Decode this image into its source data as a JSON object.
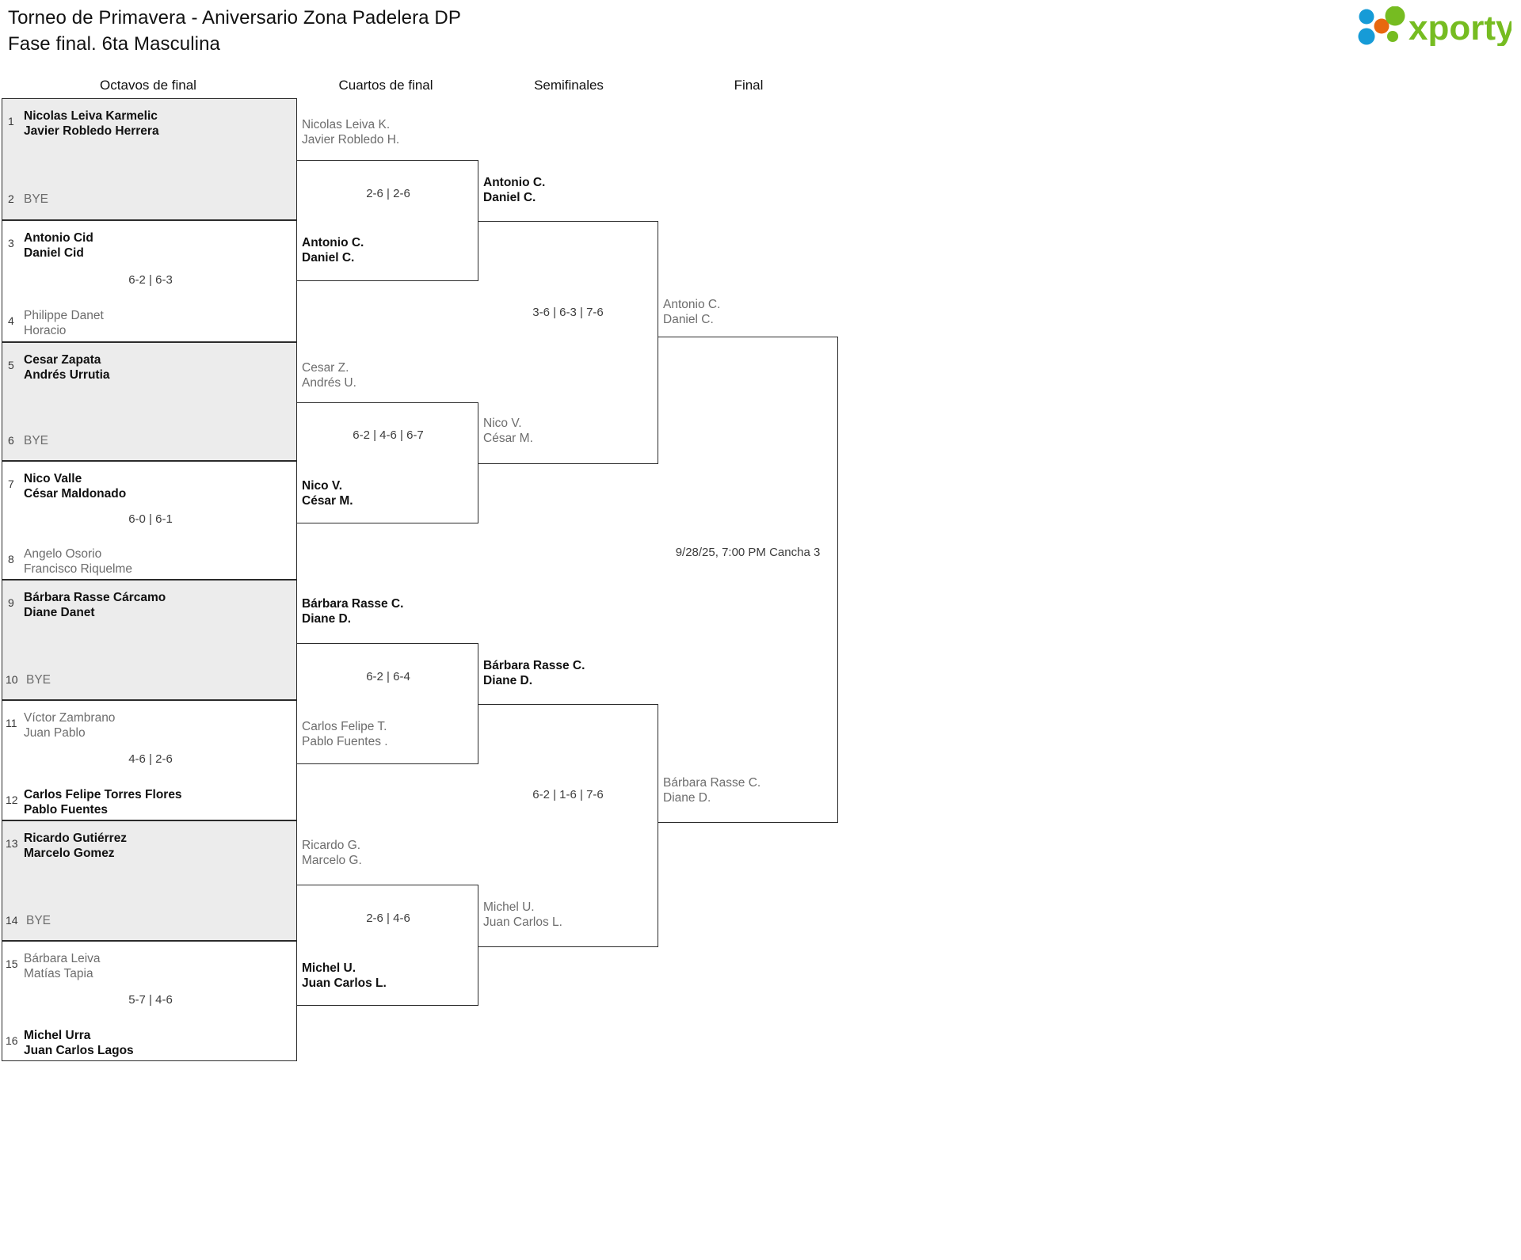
{
  "header": {
    "title_line1": "Torneo de Primavera - Aniversario Zona Padelera DP",
    "title_line2": "Fase final. 6ta Masculina",
    "logo_text": "xporty",
    "logo_colors": {
      "green": "#76bc21",
      "blue": "#169bd7",
      "orange": "#e8680f"
    }
  },
  "rounds": [
    {
      "label": "Octavos de final"
    },
    {
      "label": "Cuartos de final"
    },
    {
      "label": "Semifinales"
    },
    {
      "label": "Final"
    }
  ],
  "round_of_16": [
    {
      "seed_top": "1",
      "top_line1": "Nicolas Leiva Karmelic",
      "top_line2": "Javier Robledo Herrera",
      "top_winner": true,
      "seed_bottom": "2",
      "bottom_line1": "BYE",
      "bottom_line2": "",
      "bottom_winner": false,
      "is_bye": true,
      "score": "",
      "shaded": true
    },
    {
      "seed_top": "3",
      "top_line1": "Antonio Cid",
      "top_line2": "Daniel Cid",
      "top_winner": true,
      "seed_bottom": "4",
      "bottom_line1": "Philippe Danet",
      "bottom_line2": "Horacio",
      "bottom_winner": false,
      "is_bye": false,
      "score": "6-2 | 6-3",
      "shaded": false
    },
    {
      "seed_top": "5",
      "top_line1": "Cesar Zapata",
      "top_line2": "Andrés Urrutia",
      "top_winner": true,
      "seed_bottom": "6",
      "bottom_line1": "BYE",
      "bottom_line2": "",
      "bottom_winner": false,
      "is_bye": true,
      "score": "",
      "shaded": true
    },
    {
      "seed_top": "7",
      "top_line1": "Nico Valle",
      "top_line2": "César Maldonado",
      "top_winner": true,
      "seed_bottom": "8",
      "bottom_line1": "Angelo Osorio",
      "bottom_line2": "Francisco Riquelme",
      "bottom_winner": false,
      "is_bye": false,
      "score": "6-0 | 6-1",
      "shaded": false
    },
    {
      "seed_top": "9",
      "top_line1": "Bárbara Rasse Cárcamo",
      "top_line2": "Diane Danet",
      "top_winner": true,
      "seed_bottom": "10",
      "bottom_line1": "BYE",
      "bottom_line2": "",
      "bottom_winner": false,
      "is_bye": true,
      "score": "",
      "shaded": true
    },
    {
      "seed_top": "11",
      "top_line1": "Víctor Zambrano",
      "top_line2": "Juan Pablo",
      "top_winner": false,
      "seed_bottom": "12",
      "bottom_line1": "Carlos Felipe Torres Flores",
      "bottom_line2": "Pablo Fuentes",
      "bottom_winner": true,
      "is_bye": false,
      "score": "4-6 | 2-6",
      "shaded": false
    },
    {
      "seed_top": "13",
      "top_line1": "Ricardo Gutiérrez",
      "top_line2": "Marcelo Gomez",
      "top_winner": true,
      "seed_bottom": "14",
      "bottom_line1": "BYE",
      "bottom_line2": "",
      "bottom_winner": false,
      "is_bye": true,
      "score": "",
      "shaded": true
    },
    {
      "seed_top": "15",
      "top_line1": "Bárbara Leiva",
      "top_line2": "Matías Tapia",
      "top_winner": false,
      "seed_bottom": "16",
      "bottom_line1": "Michel Urra",
      "bottom_line2": "Juan Carlos Lagos",
      "bottom_winner": true,
      "is_bye": false,
      "score": "5-7 | 4-6",
      "shaded": false
    }
  ],
  "quarterfinals": [
    {
      "top_line1": "Nicolas Leiva K.",
      "top_line2": "Javier Robledo H.",
      "top_winner": false,
      "bottom_line1": "Antonio C.",
      "bottom_line2": "Daniel C.",
      "bottom_winner": true,
      "score": "2-6 | 2-6"
    },
    {
      "top_line1": "Cesar Z.",
      "top_line2": "Andrés U.",
      "top_winner": false,
      "bottom_line1": "Nico V.",
      "bottom_line2": "César M.",
      "bottom_winner": true,
      "score": "6-2 | 4-6 | 6-7"
    },
    {
      "top_line1": "Bárbara Rasse C.",
      "top_line2": "Diane D.",
      "top_winner": true,
      "bottom_line1": "Carlos Felipe T.",
      "bottom_line2": "Pablo Fuentes .",
      "bottom_winner": false,
      "score": "6-2 | 6-4"
    },
    {
      "top_line1": "Ricardo G.",
      "top_line2": "Marcelo G.",
      "top_winner": false,
      "bottom_line1": "Michel U.",
      "bottom_line2": "Juan Carlos L.",
      "bottom_winner": true,
      "score": "2-6 | 4-6"
    }
  ],
  "semifinals": [
    {
      "top_line1": "Antonio C.",
      "top_line2": "Daniel C.",
      "top_winner": true,
      "bottom_line1": "Nico V.",
      "bottom_line2": "César M.",
      "bottom_winner": false,
      "score": "3-6 | 6-3 | 7-6"
    },
    {
      "top_line1": "Bárbara Rasse C.",
      "top_line2": "Diane D.",
      "top_winner": true,
      "bottom_line1": "Michel U.",
      "bottom_line2": "Juan Carlos L.",
      "bottom_winner": false,
      "score": "6-2 | 1-6 | 7-6"
    }
  ],
  "final": {
    "top_line1": "Antonio C.",
    "top_line2": "Daniel C.",
    "top_winner": false,
    "bottom_line1": "Bárbara Rasse C.",
    "bottom_line2": "Diane D.",
    "bottom_winner": false,
    "match_info": "9/28/25, 7:00 PM Cancha 3"
  }
}
